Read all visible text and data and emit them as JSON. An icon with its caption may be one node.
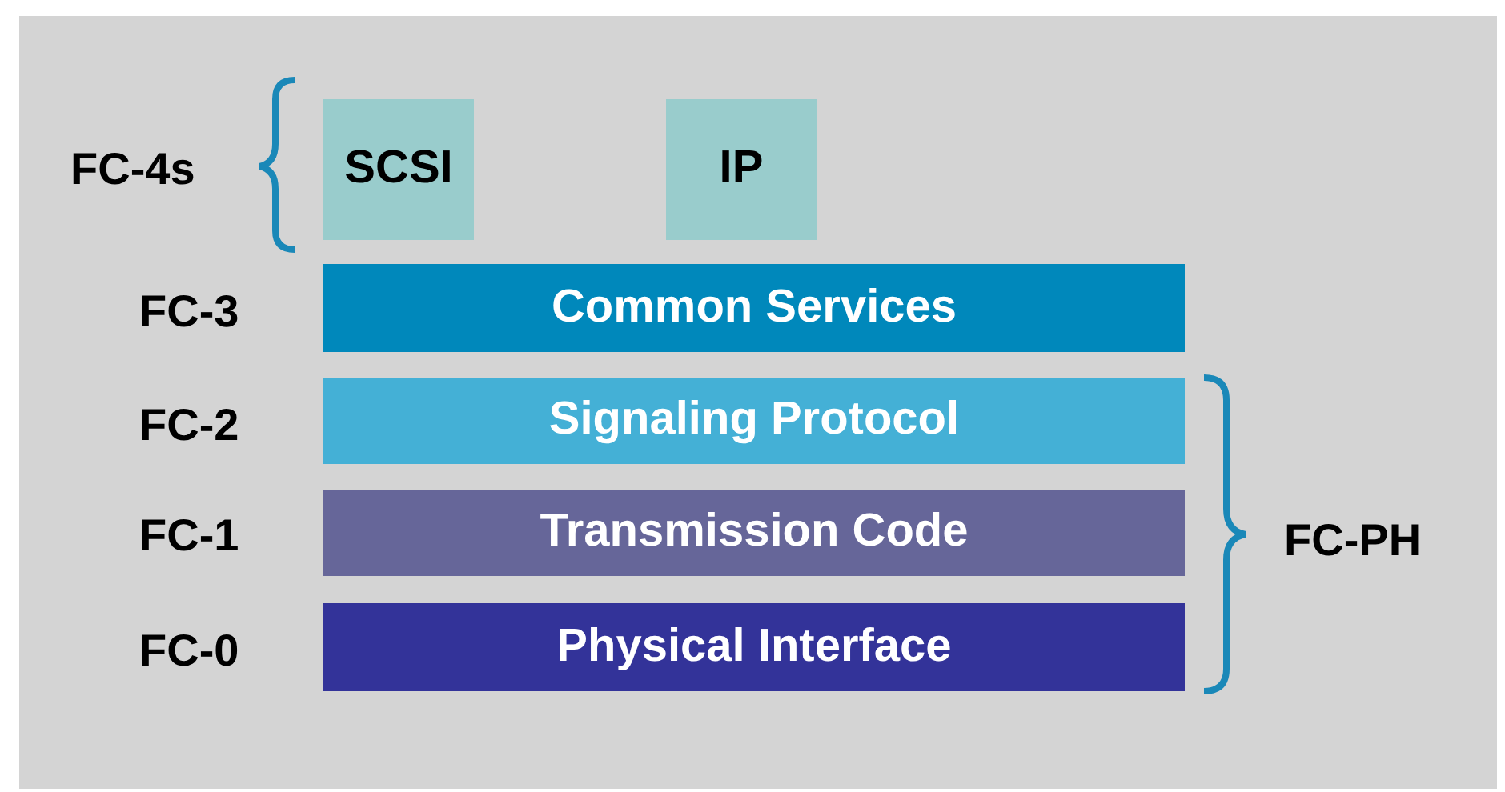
{
  "diagram": {
    "nodes": [
      {
        "text": [
          "SCSI"
        ]
      },
      {
        "text": [
          "IP"
        ]
      },
      {
        "text": [
          "Common Services"
        ]
      },
      {
        "text": [
          "Signaling Protocol"
        ]
      },
      {
        "text": [
          "Transmission Code"
        ]
      },
      {
        "text": [
          "Physical Interface"
        ]
      }
    ],
    "labels": [
      "FC-4s",
      "FC-3",
      "FC-2",
      "FC-1",
      "FC-0",
      "FC-PH"
    ]
  }
}
